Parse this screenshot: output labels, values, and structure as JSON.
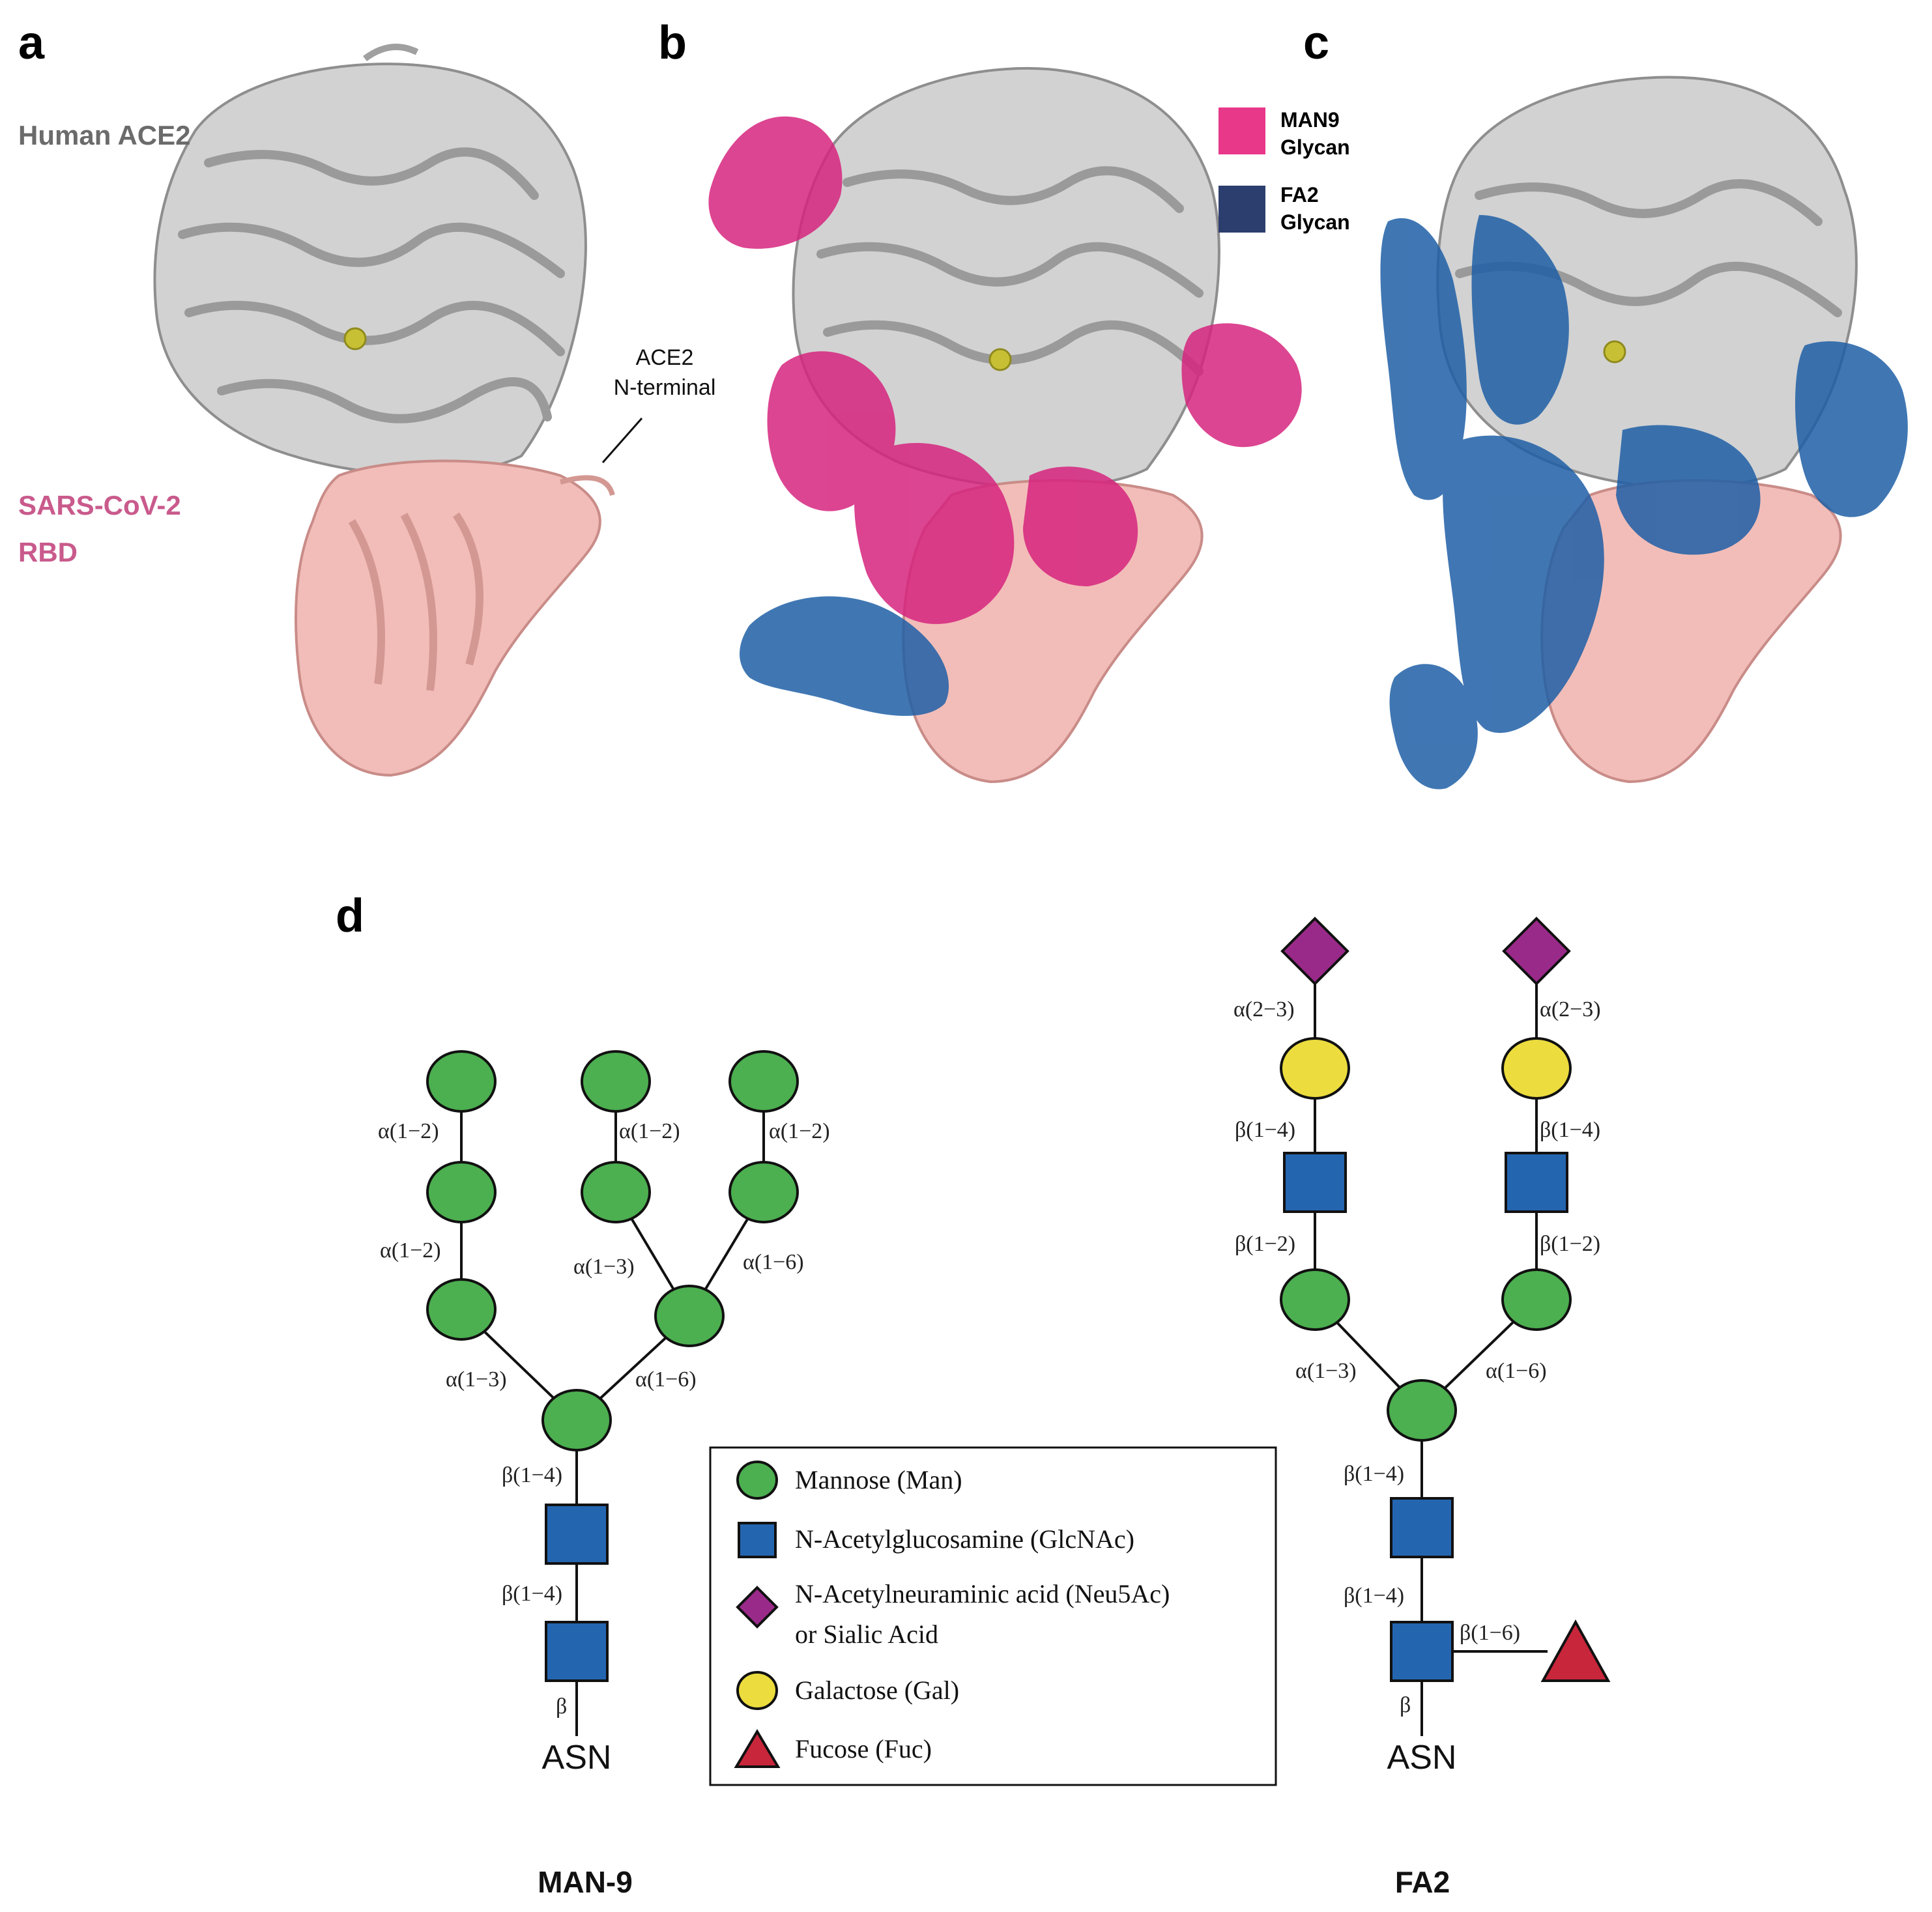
{
  "panels": {
    "a": "a",
    "b": "b",
    "c": "c",
    "d": "d"
  },
  "panel_a": {
    "ace2_label": "Human ACE2",
    "rbd_label_line1": "SARS-CoV-2",
    "rbd_label_line2": "RBD",
    "nterm_line1": "ACE2",
    "nterm_line2": "N-terminal"
  },
  "panel_b_legend": {
    "man9_line1": "MAN9",
    "man9_line2": "Glycan",
    "fa2_line1": "FA2",
    "fa2_line2": "Glycan",
    "man9_color": "#e8388a",
    "fa2_color": "#2c3e6e"
  },
  "colors": {
    "ace2": "#cfcfcf",
    "rbd": "#f0b3b0",
    "zinc": "#c8c034",
    "man9_surface": "#d6247e",
    "fa2_surface": "#1f5fa6",
    "mannose": "#4caf50",
    "glcnac": "#2465b0",
    "sialic": "#9a2a8a",
    "galactose": "#ecdc3e",
    "fucose": "#c8263b"
  },
  "man9_tree": {
    "links": {
      "l1": "α(1−2)",
      "l2": "α(1−2)",
      "l3": "α(1−2)",
      "l4": "α(1−2)",
      "l5": "α(1−3)",
      "l6": "α(1−6)",
      "l7": "α(1−3)",
      "l8": "α(1−6)",
      "l9": "β(1−4)",
      "l10": "β(1−4)",
      "l11": "β"
    },
    "asn": "ASN",
    "name": "MAN-9"
  },
  "fa2_tree": {
    "links": {
      "s1": "α(2−3)",
      "s2": "α(2−3)",
      "g1": "β(1−4)",
      "g2": "β(1−4)",
      "n1": "β(1−2)",
      "n2": "β(1−2)",
      "m1": "α(1−3)",
      "m2": "α(1−6)",
      "c1": "β(1−4)",
      "c2": "β(1−4)",
      "f1": "β(1−6)",
      "b1": "β"
    },
    "asn": "ASN",
    "name": "FA2"
  },
  "legend": {
    "mannose": "Mannose (Man)",
    "glcnac": "N-Acetylglucosamine (GlcNAc)",
    "neu5ac_line1": "N-Acetylneuraminic acid (Neu5Ac)",
    "neu5ac_line2": "or Sialic Acid",
    "galactose": "Galactose (Gal)",
    "fucose": "Fucose (Fuc)"
  }
}
